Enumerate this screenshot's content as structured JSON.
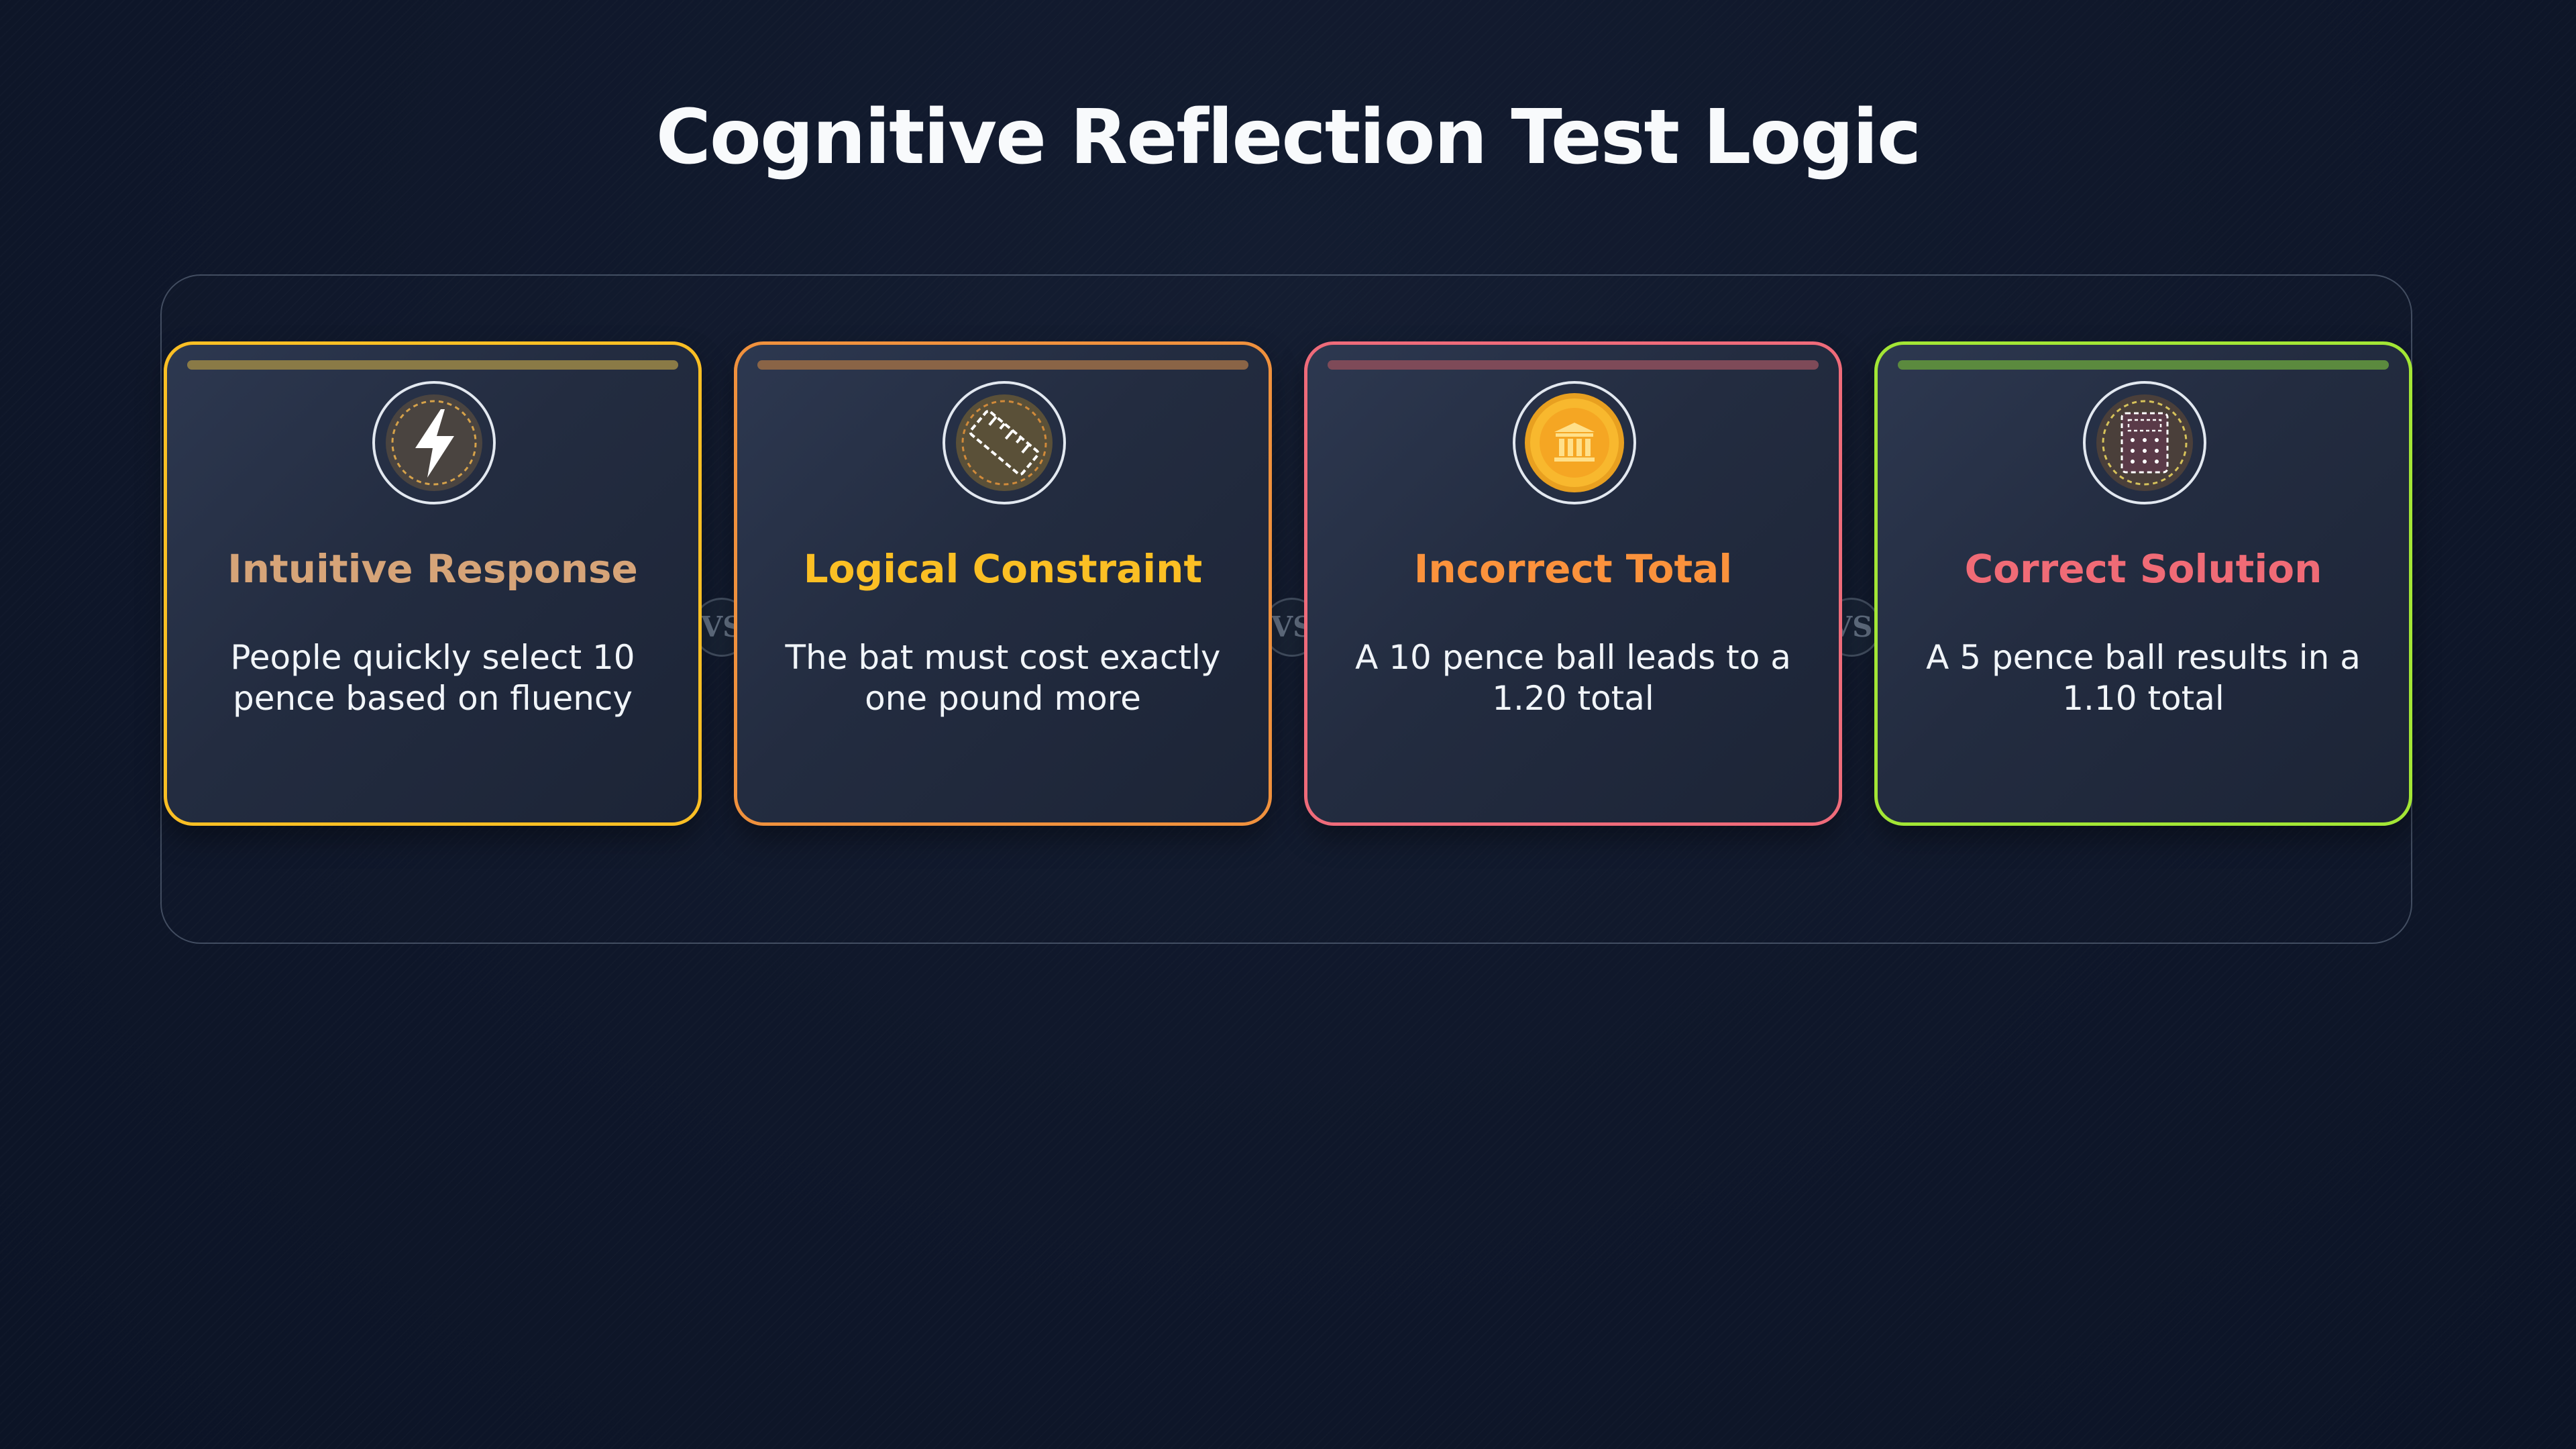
{
  "title": "Cognitive Reflection Test Logic",
  "separator_label": "VS",
  "cards": [
    {
      "title": "Intuitive Response",
      "description": "People quickly select 10 pence based on fluency",
      "icon": "lightning-bolt-icon",
      "border_color": "#fbbf24",
      "title_color": "#d6a478",
      "bar_color": "#8a7a46"
    },
    {
      "title": "Logical Constraint",
      "description": "The bat must cost exactly one pound more",
      "icon": "ruler-icon",
      "border_color": "#f0913d",
      "title_color": "#fbbf24",
      "bar_color": "#8a6446"
    },
    {
      "title": "Incorrect Total",
      "description": "A 10 pence ball leads to a 1.20 total",
      "icon": "coin-bank-icon",
      "border_color": "#ef6b7a",
      "title_color": "#fb923c",
      "bar_color": "#7e4a58"
    },
    {
      "title": "Correct Solution",
      "description": "A 5 pence ball results in a 1.10 total",
      "icon": "calculator-icon",
      "border_color": "#a3e635",
      "title_color": "#f06b76",
      "bar_color": "#5b8a3e"
    }
  ]
}
